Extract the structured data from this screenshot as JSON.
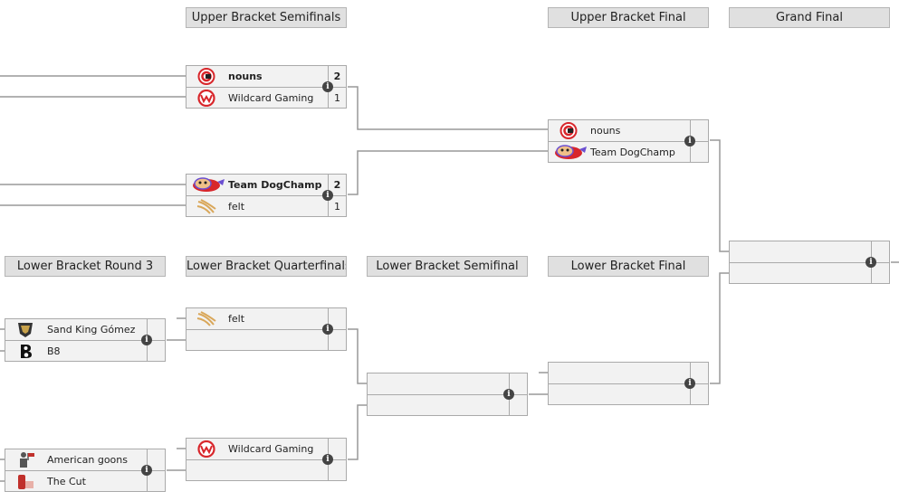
{
  "headers": {
    "ub_semis": "Upper Bracket Semifinals",
    "ub_final": "Upper Bracket Final",
    "grand_final": "Grand Final",
    "lb_r3": "Lower Bracket Round 3",
    "lb_qf": "Lower Bracket Quarterfinals",
    "lb_sf": "Lower Bracket Semifinal",
    "lb_final": "Lower Bracket Final"
  },
  "matches": {
    "ubs1": {
      "t1": "nouns",
      "s1": "2",
      "t2": "Wildcard Gaming",
      "s2": "1"
    },
    "ubs2": {
      "t1": "Team DogChamp",
      "s1": "2",
      "t2": "felt",
      "s2": "1"
    },
    "ubf": {
      "t1": "nouns",
      "t2": "Team DogChamp"
    },
    "lbr3a": {
      "t1": "Sand King Gómez",
      "t2": "B8"
    },
    "lbr3b": {
      "t1": "American goons",
      "t2": "The Cut"
    },
    "lbqf1": {
      "t2": "felt"
    },
    "lbqf2": {
      "t2": "Wildcard Gaming"
    }
  },
  "icons": {
    "info": "i",
    "colors": {
      "nouns_red": "#d8262b",
      "wildcard_red": "#d8262b",
      "felt_gold": "#d9a75a",
      "dogchamp_purple": "#6b4fd1",
      "skg_gold": "#c8a24a"
    }
  }
}
